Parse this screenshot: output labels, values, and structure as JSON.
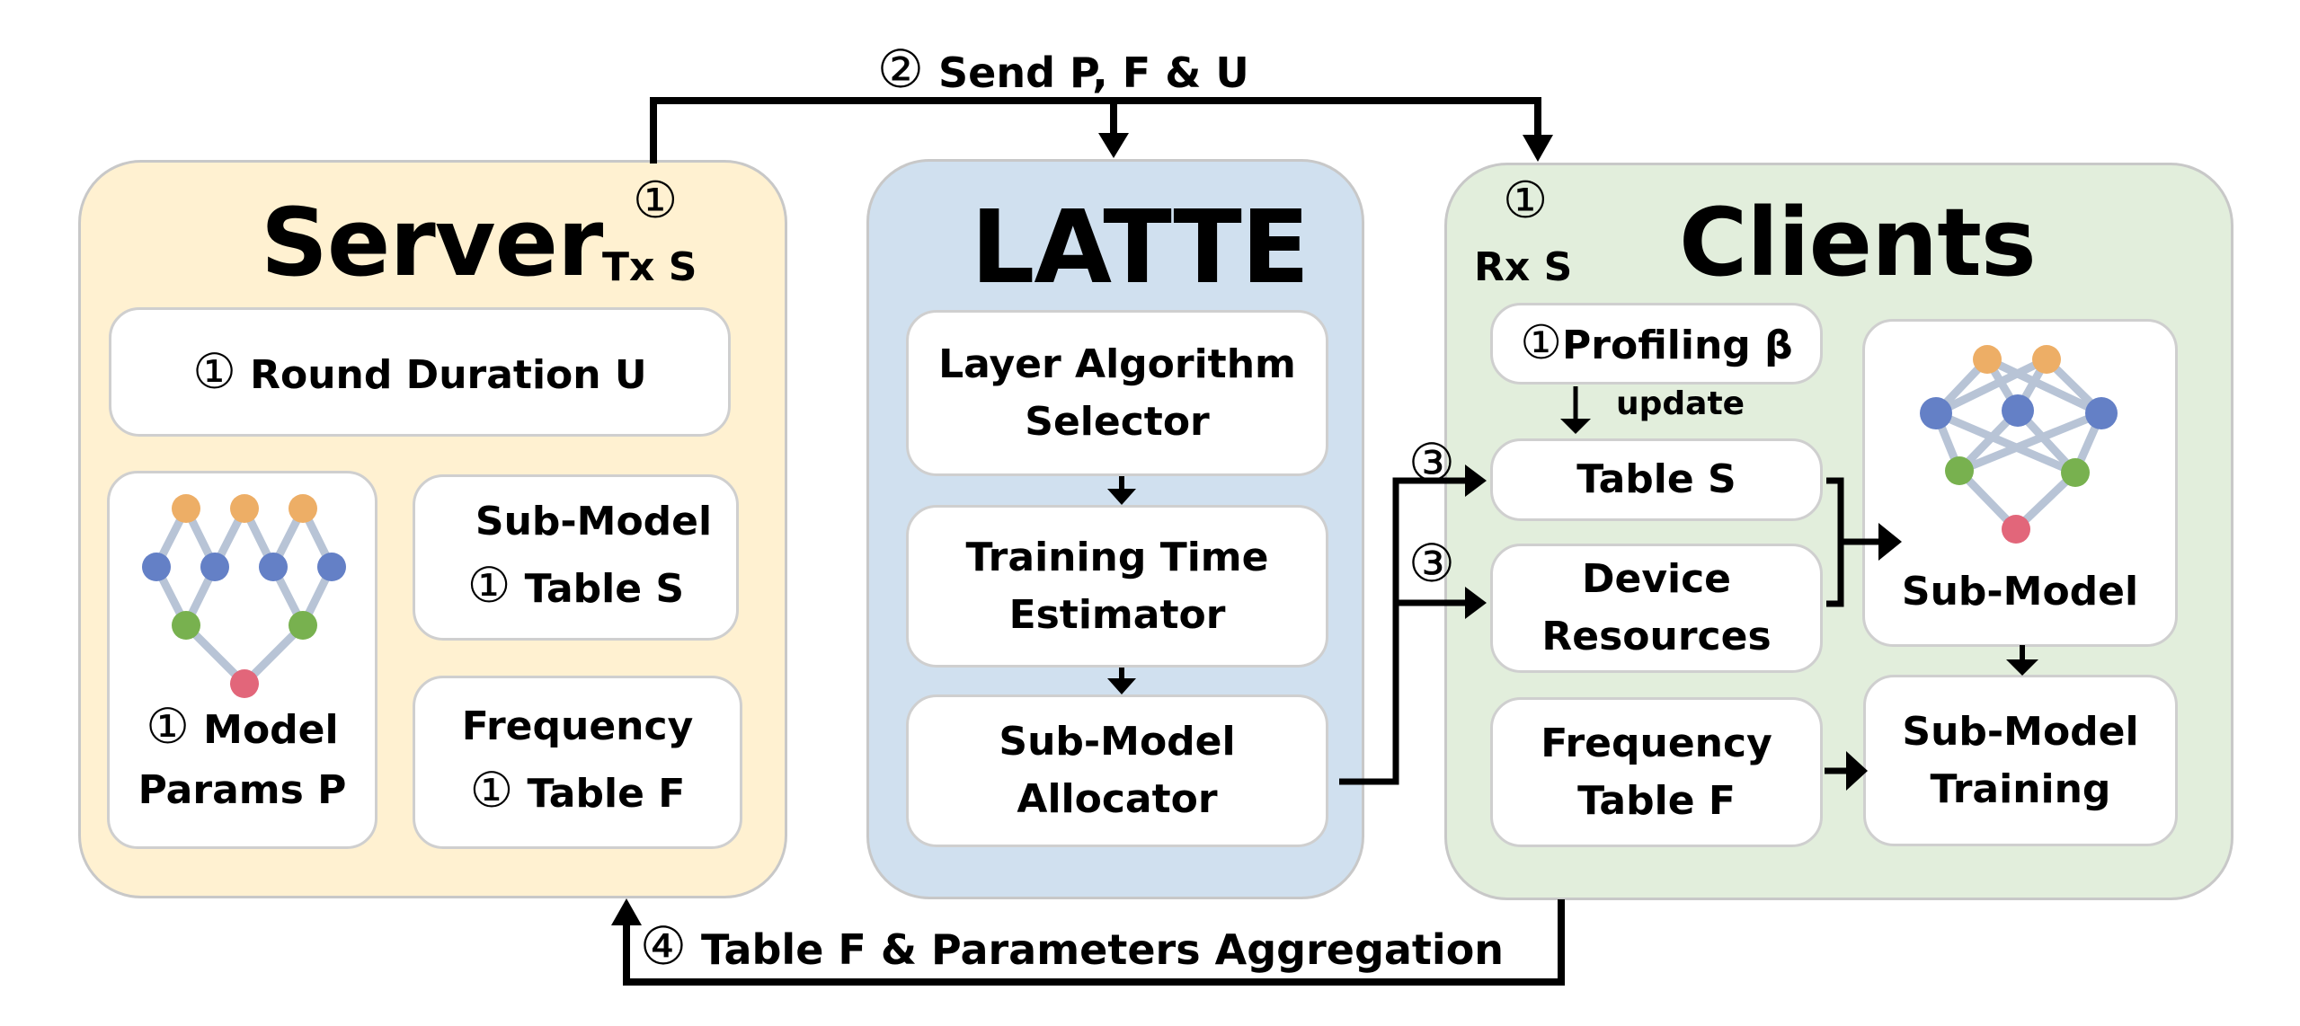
{
  "colors": {
    "server_bg": "#fff1d1",
    "latte_bg": "#d0e0ef",
    "clients_bg": "#e2eedc",
    "node_orange": "#edae66",
    "node_blue": "#6480c6",
    "node_green": "#78b14f",
    "node_red": "#e2667a",
    "edge": "#b8c4d6"
  },
  "top_flow": {
    "step": "②",
    "label": "Send P, F & U"
  },
  "bottom_flow": {
    "step": "④",
    "label": "Table F & Parameters Aggregation"
  },
  "server": {
    "title": "Server",
    "tx": {
      "step": "①",
      "label": "Tx S"
    },
    "round_duration": {
      "step": "①",
      "label": "Round Duration U"
    },
    "model_params": {
      "step": "①",
      "line1": "Model",
      "line2": "Params P"
    },
    "submodel_table": {
      "step": "①",
      "line1": "Sub-Model",
      "line2": "Table S"
    },
    "frequency_table": {
      "step": "①",
      "line1": "Frequency",
      "line2": "Table F"
    }
  },
  "latte": {
    "title": "LATTE",
    "blocks": [
      {
        "line1": "Layer Algorithm",
        "line2": "Selector"
      },
      {
        "line1": "Training Time",
        "line2": "Estimator"
      },
      {
        "line1": "Sub-Model",
        "line2": "Allocator"
      }
    ]
  },
  "allocation": {
    "step_a": "③",
    "step_b": "③"
  },
  "clients": {
    "title": "Clients",
    "rx": {
      "step": "①",
      "label": "Rx S"
    },
    "profiling": {
      "step": "①",
      "label": "Profiling β"
    },
    "update_label": "update",
    "table_s": "Table S",
    "device_resources": {
      "line1": "Device",
      "line2": "Resources"
    },
    "frequency_table": {
      "line1": "Frequency",
      "line2": "Table F"
    },
    "submodel": "Sub-Model",
    "submodel_training": {
      "line1": "Sub-Model",
      "line2": "Training"
    }
  }
}
